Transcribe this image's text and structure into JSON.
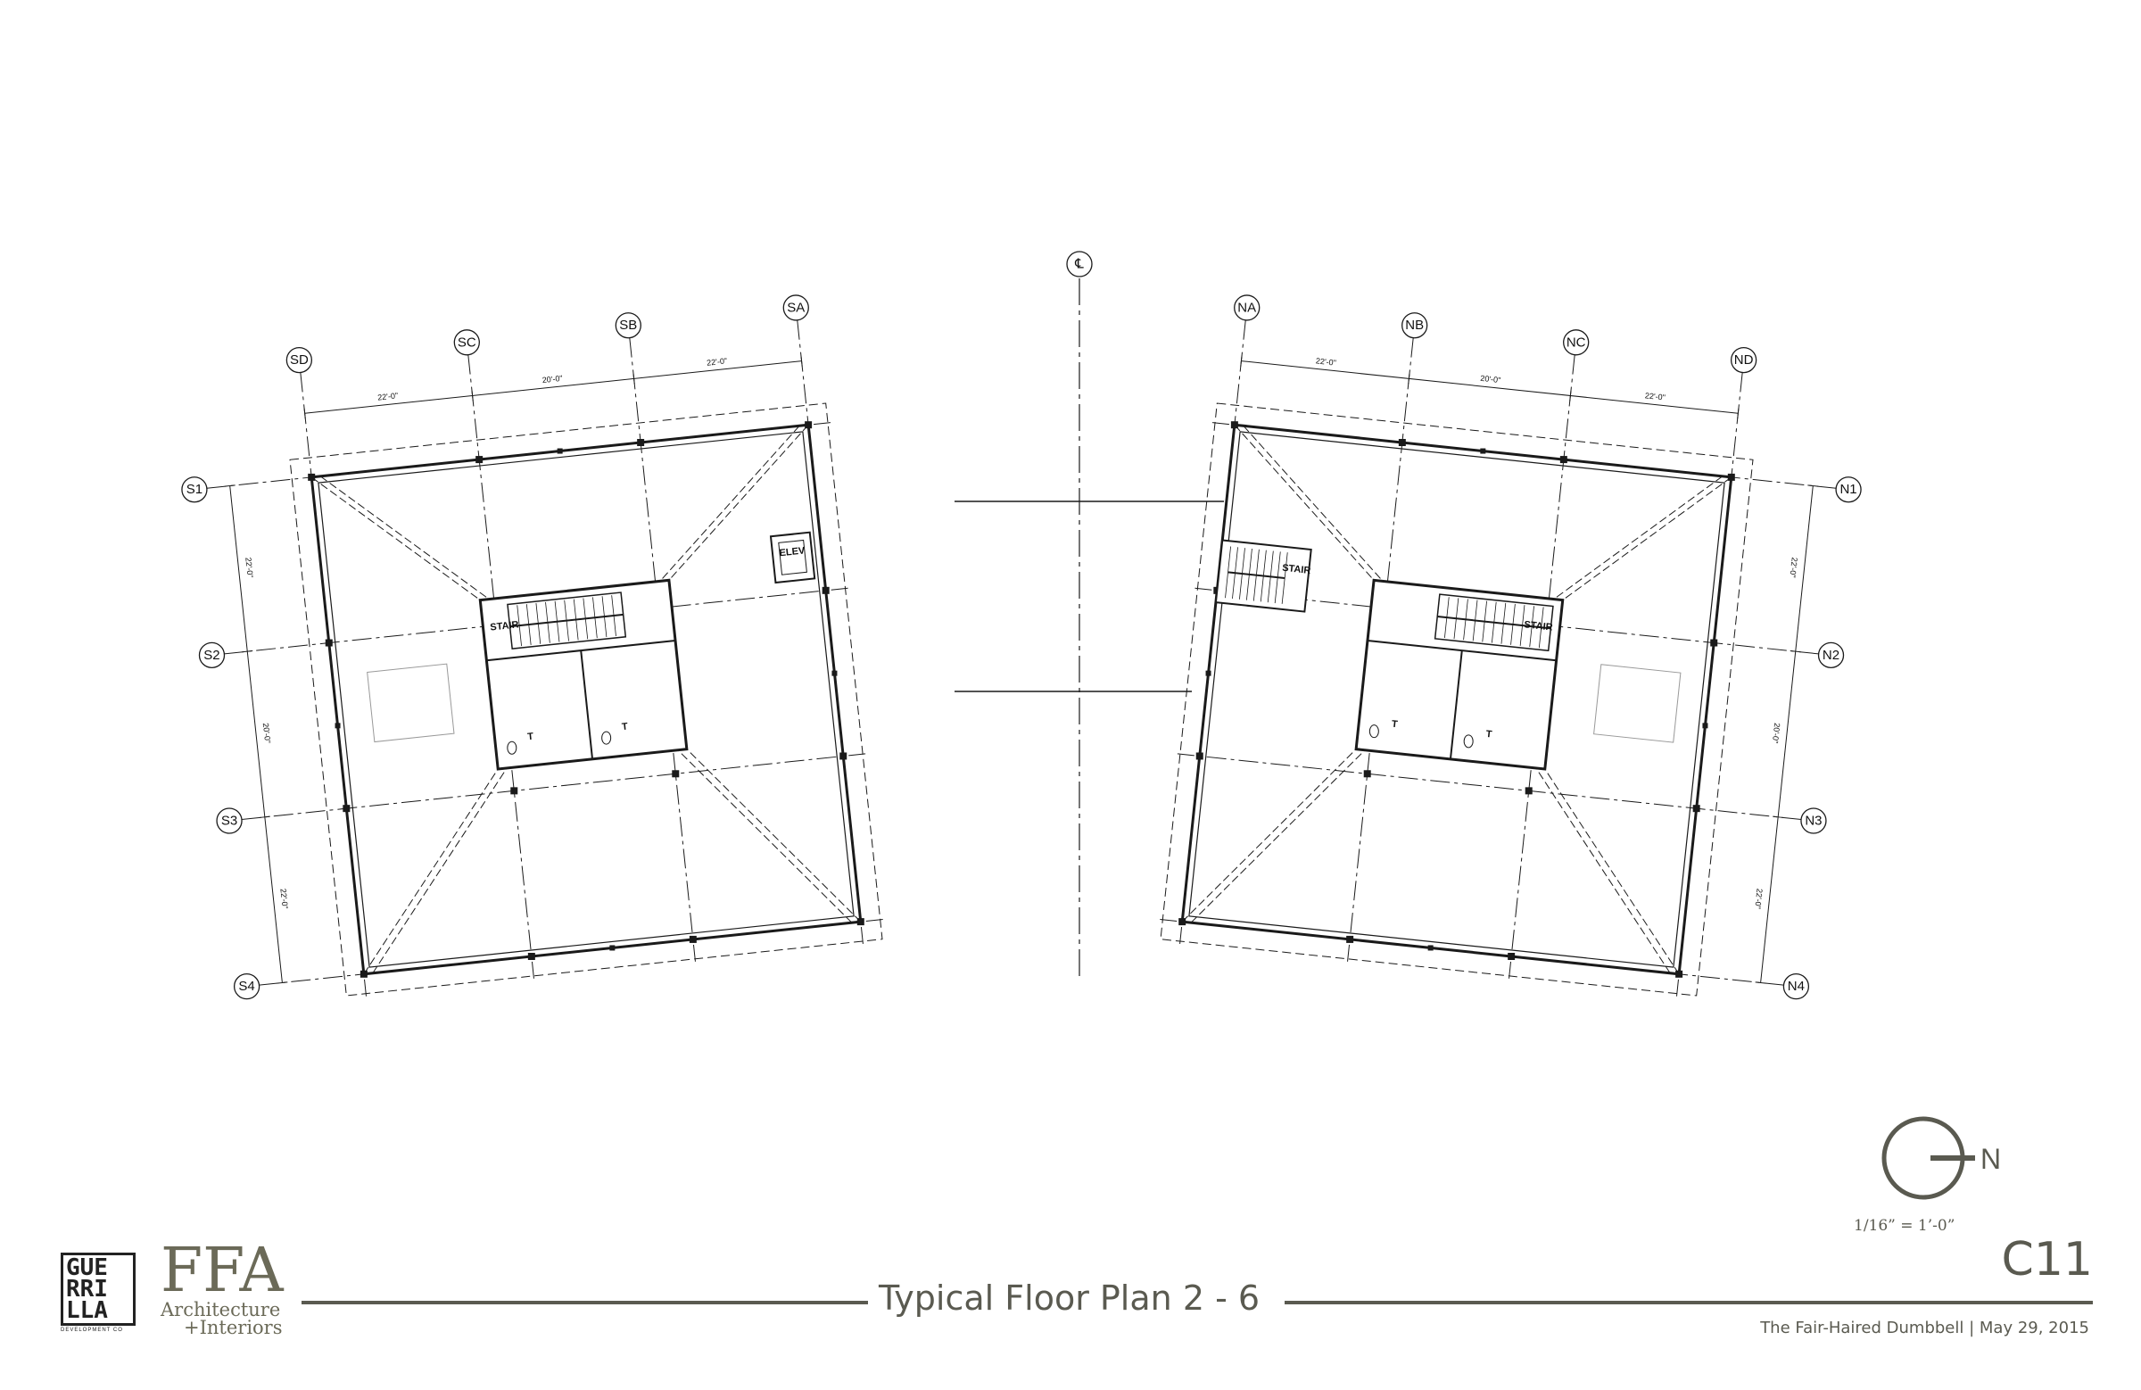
{
  "south_grid": {
    "columns": [
      "SD",
      "SC",
      "SB",
      "SA"
    ],
    "rows": [
      "S1",
      "S2",
      "S3",
      "S4"
    ]
  },
  "north_grid": {
    "columns": [
      "NA",
      "NB",
      "NC",
      "ND"
    ],
    "rows": [
      "N1",
      "N2",
      "N3",
      "N4"
    ]
  },
  "centerline_label": "℄",
  "dimensions": {
    "bay_a": "22'-0\"",
    "bay_b": "20'-0\"",
    "bay_c": "22'-0\""
  },
  "rooms": {
    "stair": "STAIR",
    "elevator": "ELEV",
    "toilet": "T"
  },
  "title_block": {
    "title": "Typical Floor Plan 2 - 6",
    "sheet_number": "C11",
    "project": "The Fair-Haired Dumbbell | May 29, 2015",
    "scale": "1/16” = 1’-0”",
    "north": "N"
  },
  "logos": {
    "guerrilla_rows": [
      "GUE",
      "RRI",
      "LLA"
    ],
    "guerrilla_sub": "DEVELOPMENT CO",
    "ffa": "FFA",
    "ffa_line1": "Architecture",
    "ffa_line2": "+Interiors"
  },
  "colors": {
    "line": "#1a1a1a",
    "brand": "#5a5a50"
  }
}
